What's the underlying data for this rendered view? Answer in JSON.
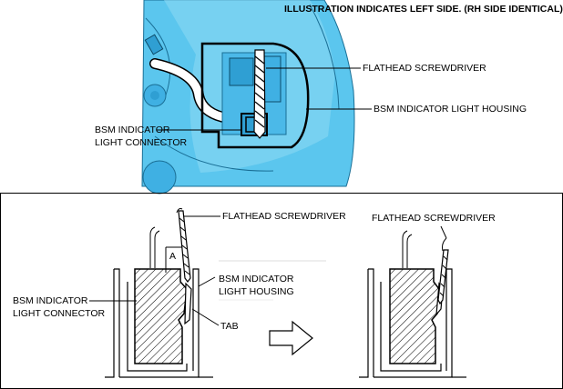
{
  "top": {
    "note": "ILLUSTRATION INDICATES LEFT SIDE. (RH SIDE IDENTICAL)",
    "label_screwdriver": "FLATHEAD SCREWDRIVER",
    "label_housing": "BSM INDICATOR LIGHT HOUSING",
    "label_connector_1": "BSM INDICATOR",
    "label_connector_2": "LIGHT CONNECTOR"
  },
  "bottom": {
    "label_screwdriver_left": "FLATHEAD SCREWDRIVER",
    "label_screwdriver_right": "FLATHEAD SCREWDRIVER",
    "label_housing_1": "BSM INDICATOR",
    "label_housing_2": "LIGHT HOUSING",
    "label_connector_1": "BSM INDICATOR",
    "label_connector_2": "LIGHT CONNECTOR",
    "label_tab": "TAB",
    "label_a": "A"
  },
  "colors": {
    "housing_blue": "#5bc6ee",
    "housing_blue_dark": "#2f9fd3",
    "housing_blue_light": "#9fe0f7",
    "line": "#000000"
  }
}
